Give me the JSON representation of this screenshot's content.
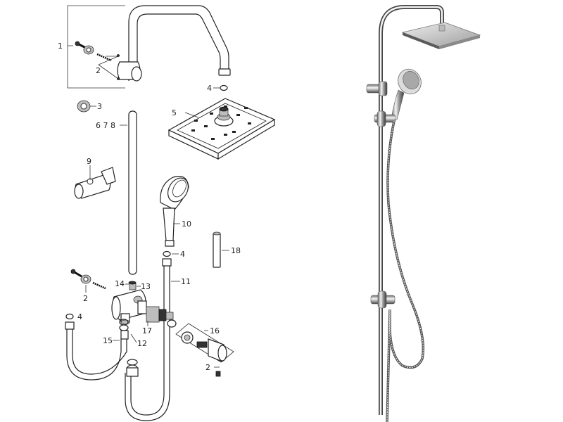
{
  "diagram": {
    "labels": [
      {
        "id": "1",
        "text": "1"
      },
      {
        "id": "2a",
        "text": "2"
      },
      {
        "id": "2b",
        "text": "2"
      },
      {
        "id": "2c",
        "text": "2"
      },
      {
        "id": "3",
        "text": "3"
      },
      {
        "id": "4a",
        "text": "4"
      },
      {
        "id": "4b",
        "text": "4"
      },
      {
        "id": "4c",
        "text": "4"
      },
      {
        "id": "5",
        "text": "5"
      },
      {
        "id": "678",
        "text": "6 7 8"
      },
      {
        "id": "9",
        "text": "9"
      },
      {
        "id": "10",
        "text": "10"
      },
      {
        "id": "11",
        "text": "11"
      },
      {
        "id": "12",
        "text": "12"
      },
      {
        "id": "13",
        "text": "13"
      },
      {
        "id": "14",
        "text": "14"
      },
      {
        "id": "15",
        "text": "15"
      },
      {
        "id": "16",
        "text": "16"
      },
      {
        "id": "17",
        "text": "17"
      },
      {
        "id": "18",
        "text": "18"
      }
    ]
  },
  "colors": {
    "line": "#222222",
    "chrome_light": "#f2f2f2",
    "chrome_dark": "#555555",
    "background": "#ffffff"
  }
}
